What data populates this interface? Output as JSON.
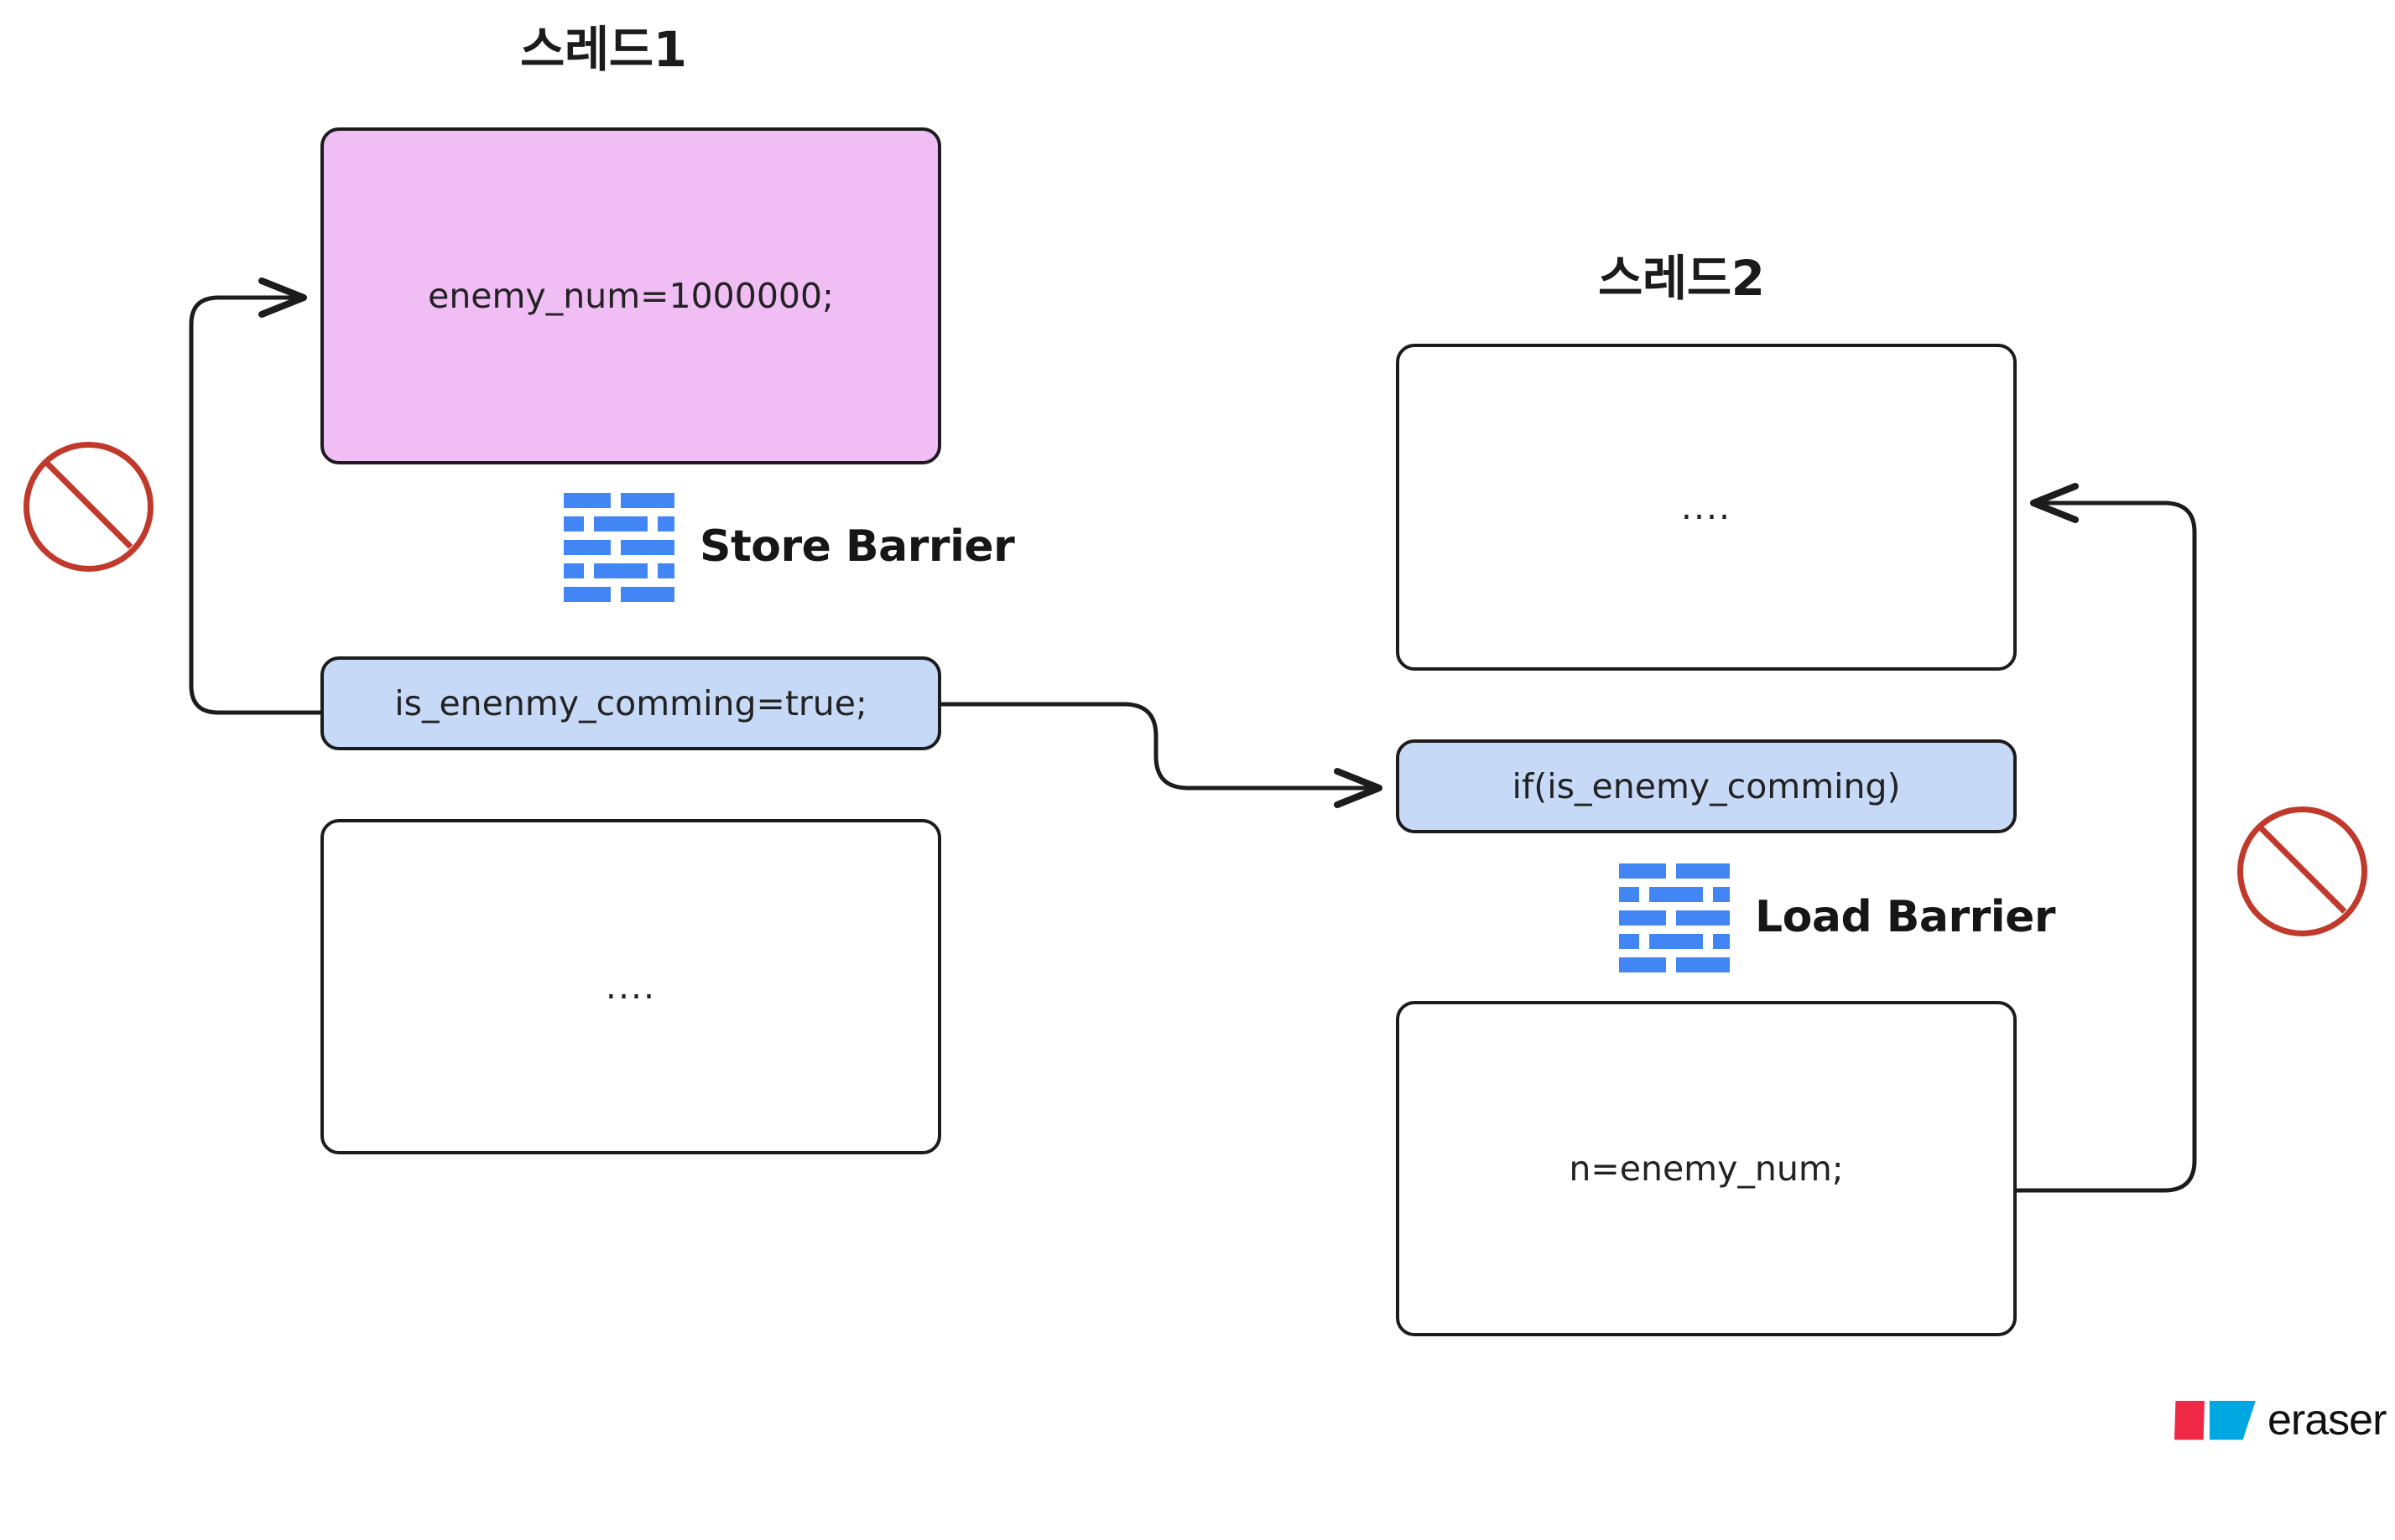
{
  "diagram": {
    "title_thread1": "스레드1",
    "title_thread2": "스레드2",
    "background_color": "#ffffff",
    "accent_blue": "#4285f4",
    "node_pink": "#f0bdf4",
    "node_blue": "#c6d9f7",
    "prohibition_red": "#c0392b",
    "stroke": "#1c1c1c"
  },
  "thread1": {
    "title": "스레드1",
    "nodes": [
      {
        "id": "enemy-num",
        "text": "enemy_num=1000000;",
        "fill": "pink"
      },
      {
        "id": "is-enemy-set",
        "text": "is_enenmy_comming=true;",
        "fill": "blue"
      },
      {
        "id": "t1-dots",
        "text": "....",
        "fill": "white"
      }
    ],
    "barrier": {
      "label": "Store Barrier",
      "icon": "brick-wall-icon"
    }
  },
  "thread2": {
    "title": "스레드2",
    "nodes": [
      {
        "id": "t2-dots",
        "text": "....",
        "fill": "white"
      },
      {
        "id": "if-enemy",
        "text": "if(is_enemy_comming)",
        "fill": "blue"
      },
      {
        "id": "n-enemy-num",
        "text": "n=enemy_num;",
        "fill": "white"
      }
    ],
    "barrier": {
      "label": "Load Barrier",
      "icon": "brick-wall-icon"
    }
  },
  "markers": {
    "left_prohibition": "no-reorder-sign",
    "right_prohibition": "no-reorder-sign"
  },
  "watermark": {
    "text": "eraser",
    "red": "#ef2945",
    "blue": "#00a7e1"
  }
}
